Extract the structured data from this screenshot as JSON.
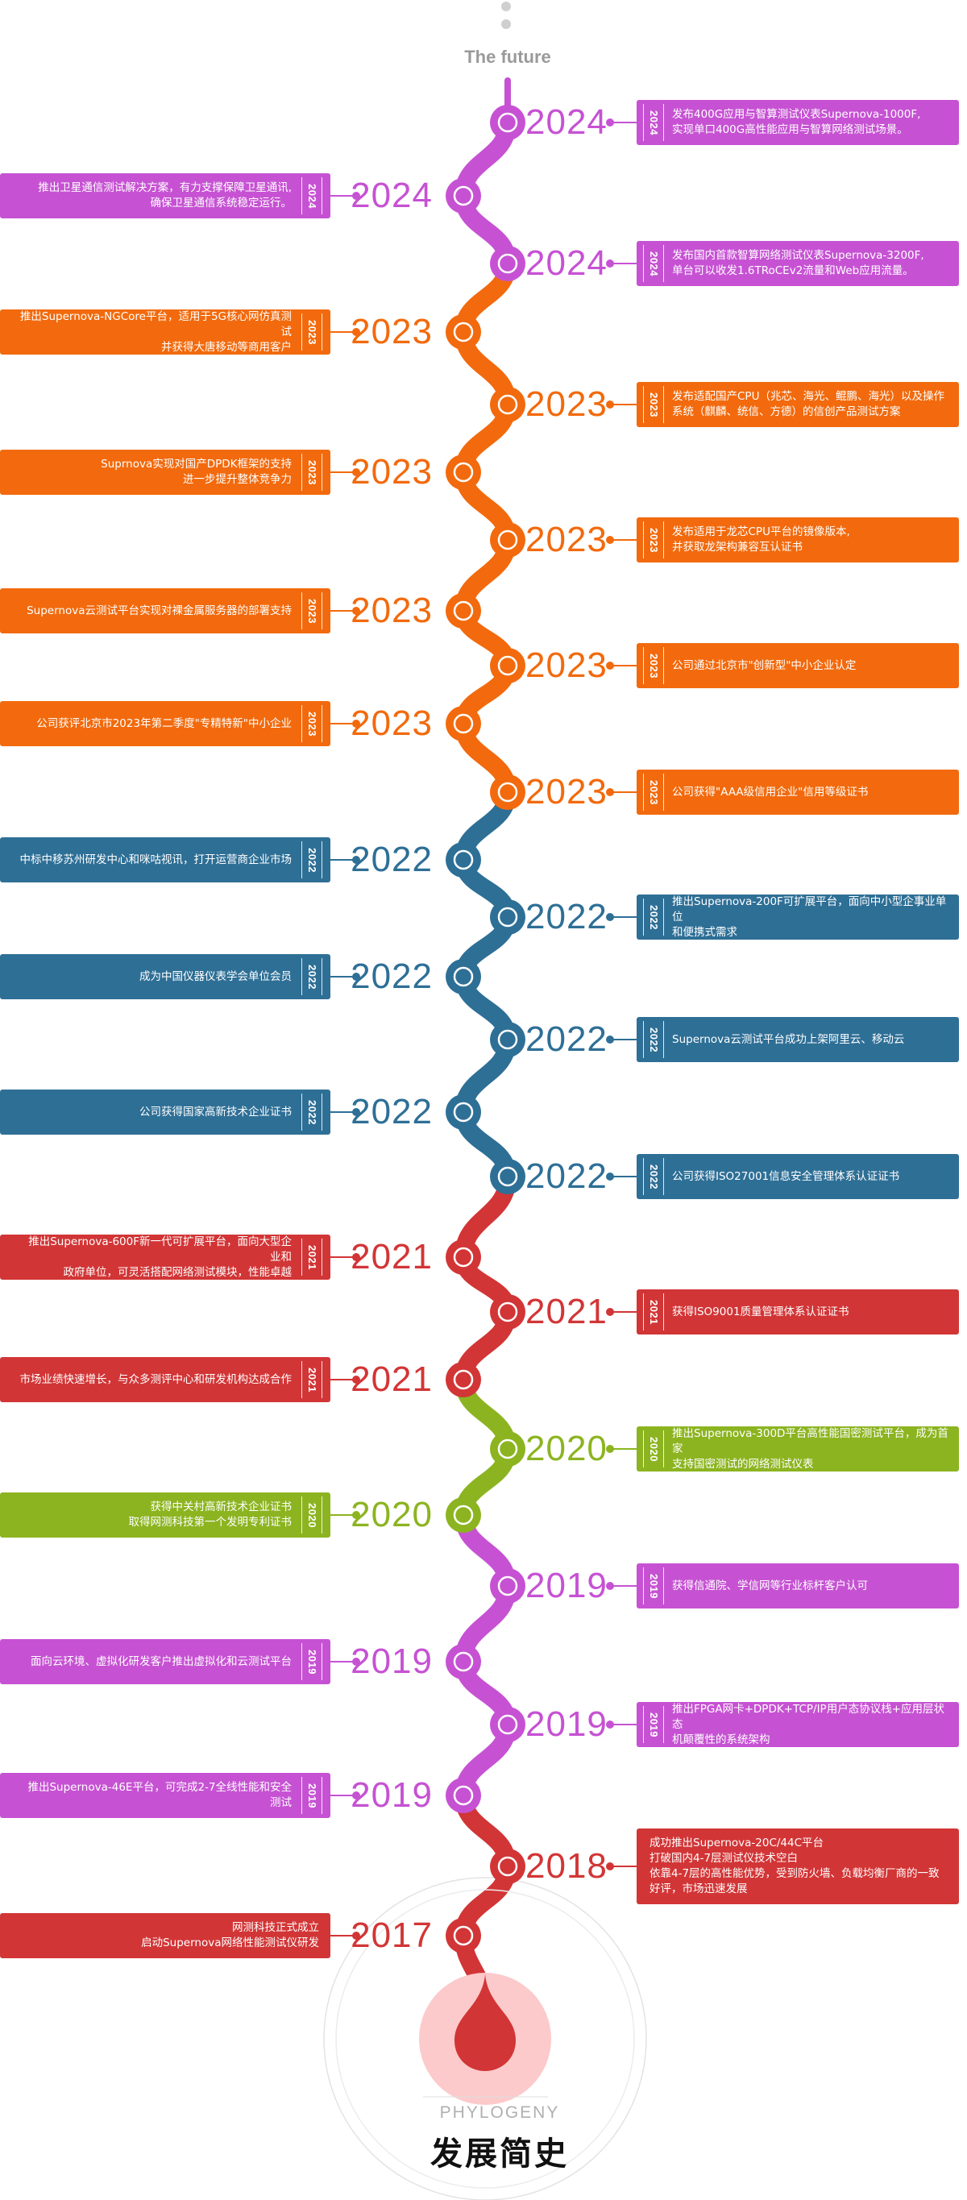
{
  "header": {
    "future_label": "The future"
  },
  "colors": {
    "purple": "#C652D3",
    "orange": "#F26A0D",
    "blue": "#2E6F96",
    "red": "#D23536",
    "green": "#8CB420",
    "darkred": "#B3202A"
  },
  "events": [
    {
      "side": "right",
      "year": "2024",
      "tag": "2024",
      "color": "#C652D3",
      "lines": [
        "发布400G应用与智算测试仪表Supernova-1000F,",
        "实现单口400G高性能应用与智算网络测试场景。"
      ]
    },
    {
      "side": "left",
      "year": "2024",
      "tag": "2024",
      "color": "#C652D3",
      "lines": [
        "推出卫星通信测试解决方案，有力支撑保障卫星通讯,",
        "确保卫星通信系统稳定运行。"
      ]
    },
    {
      "side": "right",
      "year": "2024",
      "tag": "2024",
      "color": "#C652D3",
      "lines": [
        "发布国内首款智算网络测试仪表Supernova-3200F,",
        "单台可以收发1.6TRoCEv2流量和Web应用流量。"
      ]
    },
    {
      "side": "left",
      "year": "2023",
      "tag": "2023",
      "color": "#F26A0D",
      "lines": [
        "推出Supernova-NGCore平台，适用于5G核心网仿真测试",
        "并获得大唐移动等商用客户"
      ]
    },
    {
      "side": "right",
      "year": "2023",
      "tag": "2023",
      "color": "#F26A0D",
      "lines": [
        "发布适配国产CPU（兆芯、海光、鲲鹏、海光）以及操作",
        "系统（麒麟、统信、方德）的信创产品测试方案"
      ]
    },
    {
      "side": "left",
      "year": "2023",
      "tag": "2023",
      "color": "#F26A0D",
      "lines": [
        "Suprnova实现对国产DPDK框架的支持",
        "进一步提升整体竞争力"
      ]
    },
    {
      "side": "right",
      "year": "2023",
      "tag": "2023",
      "color": "#F26A0D",
      "lines": [
        "发布适用于龙芯CPU平台的镜像版本,",
        "并获取龙架构兼容互认证书"
      ]
    },
    {
      "side": "left",
      "year": "2023",
      "tag": "2023",
      "color": "#F26A0D",
      "lines": [
        "Supernova云测试平台实现对裸金属服务器的部署支持"
      ]
    },
    {
      "side": "right",
      "year": "2023",
      "tag": "2023",
      "color": "#F26A0D",
      "lines": [
        "公司通过北京市\"创新型\"中小企业认定"
      ]
    },
    {
      "side": "left",
      "year": "2023",
      "tag": "2023",
      "color": "#F26A0D",
      "lines": [
        "公司获评北京市2023年第二季度\"专精特新\"中小企业"
      ]
    },
    {
      "side": "right",
      "year": "2023",
      "tag": "2023",
      "color": "#F26A0D",
      "lines": [
        "公司获得\"AAA级信用企业\"信用等级证书"
      ]
    },
    {
      "side": "left",
      "year": "2022",
      "tag": "2022",
      "color": "#2E6F96",
      "lines": [
        "中标中移苏州研发中心和咪咕视讯，打开运营商企业市场"
      ]
    },
    {
      "side": "right",
      "year": "2022",
      "tag": "2022",
      "color": "#2E6F96",
      "lines": [
        "推出Supernova-200F可扩展平台，面向中小型企事业单位",
        "和便携式需求"
      ]
    },
    {
      "side": "left",
      "year": "2022",
      "tag": "2022",
      "color": "#2E6F96",
      "lines": [
        "成为中国仪器仪表学会单位会员"
      ]
    },
    {
      "side": "right",
      "year": "2022",
      "tag": "2022",
      "color": "#2E6F96",
      "lines": [
        "Supernova云测试平台成功上架阿里云、移动云"
      ]
    },
    {
      "side": "left",
      "year": "2022",
      "tag": "2022",
      "color": "#2E6F96",
      "lines": [
        "公司获得国家高新技术企业证书"
      ]
    },
    {
      "side": "right",
      "year": "2022",
      "tag": "2022",
      "color": "#2E6F96",
      "lines": [
        "公司获得ISO27001信息安全管理体系认证证书"
      ]
    },
    {
      "side": "left",
      "year": "2021",
      "tag": "2021",
      "color": "#D23536",
      "lines": [
        "推出Supernova-600F新一代可扩展平台，面向大型企业和",
        "政府单位，可灵活搭配网络测试模块，性能卓越"
      ]
    },
    {
      "side": "right",
      "year": "2021",
      "tag": "2021",
      "color": "#D23536",
      "lines": [
        "获得ISO9001质量管理体系认证证书"
      ]
    },
    {
      "side": "left",
      "year": "2021",
      "tag": "2021",
      "color": "#D23536",
      "lines": [
        "市场业绩快速增长，与众多测评中心和研发机构达成合作"
      ]
    },
    {
      "side": "right",
      "year": "2020",
      "tag": "2020",
      "color": "#8CB420",
      "lines": [
        "推出Supernova-300D平台高性能国密测试平台，成为首家",
        "支持国密测试的网络测试仪表"
      ]
    },
    {
      "side": "left",
      "year": "2020",
      "tag": "2020",
      "color": "#8CB420",
      "lines": [
        "获得中关村高新技术企业证书",
        "取得网测科技第一个发明专利证书"
      ]
    },
    {
      "side": "right",
      "year": "2019",
      "tag": "2019",
      "color": "#C652D3",
      "lines": [
        "获得信通院、学信网等行业标杆客户认可"
      ]
    },
    {
      "side": "left",
      "year": "2019",
      "tag": "2019",
      "color": "#C652D3",
      "lines": [
        "面向云环境、虚拟化研发客户推出虚拟化和云测试平台"
      ]
    },
    {
      "side": "right",
      "year": "2019",
      "tag": "2019",
      "color": "#C652D3",
      "lines": [
        "推出FPGA网卡+DPDK+TCP/IP用户态协议栈+应用层状态",
        "机颠覆性的系统架构"
      ]
    },
    {
      "side": "left",
      "year": "2019",
      "tag": "2019",
      "color": "#C652D3",
      "lines": [
        "推出Supernova-46E平台，可完成2-7全线性能和安全测试"
      ]
    },
    {
      "side": "right",
      "year": "2018",
      "tag": "",
      "color": "#D23536",
      "lines": [
        "成功推出Supernova-20C/44C平台",
        "打破国内4-7层测试仪技术空白",
        "依靠4-7层的高性能优势，受到防火墙、负载均衡厂商的一致",
        "好评，市场迅速发展"
      ]
    },
    {
      "side": "left",
      "year": "2017",
      "tag": "",
      "color": "#D23536",
      "lines": [
        "网测科技正式成立",
        "启动Supernova网络性能测试仪研发"
      ]
    }
  ],
  "footer": {
    "phylogeny": "PHYLOGENY",
    "title": "发展简史"
  }
}
